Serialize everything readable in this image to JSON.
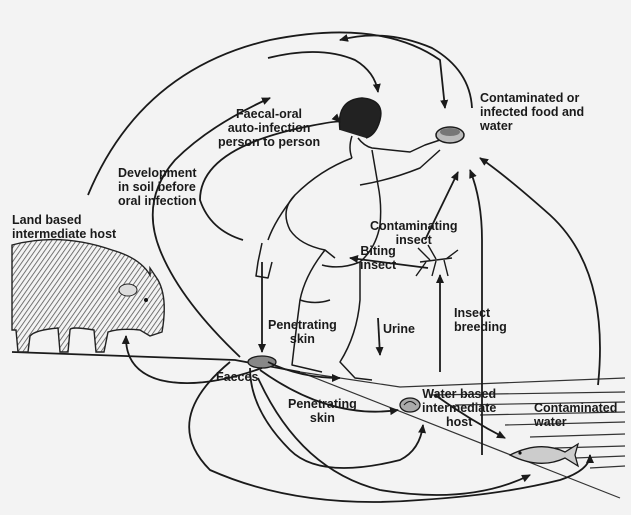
{
  "labels": {
    "contaminated_food": [
      "Contaminated or",
      "infected food and",
      "water"
    ],
    "faecal_oral": [
      "Faecal-oral",
      "auto-infection",
      "person to person"
    ],
    "development_soil": [
      "Development",
      "in soil before",
      "oral infection"
    ],
    "land_host": [
      "Land based",
      "intermediate host"
    ],
    "contaminating_insect": [
      "Contaminating",
      "insect"
    ],
    "biting_insect": [
      "Biting",
      "insect"
    ],
    "penetrating_skin_1": [
      "Penetrating",
      "skin"
    ],
    "urine": "Urine",
    "insect_breeding": [
      "Insect",
      "breeding"
    ],
    "faeces": "Faeces",
    "penetrating_skin_2": [
      "Penetrating",
      "skin"
    ],
    "water_host": [
      "Water based",
      "intermediate",
      "host"
    ],
    "contaminated_water": [
      "Contaminated",
      "water"
    ]
  },
  "icons": [
    "pig-icon",
    "person-icon",
    "mosquito-icon",
    "fish-icon",
    "snail-icon",
    "food-bowl-icon",
    "faeces-icon"
  ],
  "colors": {
    "ink": "#1a1a1a",
    "background": "#f3f3f3",
    "water": "#dcdcdc"
  }
}
